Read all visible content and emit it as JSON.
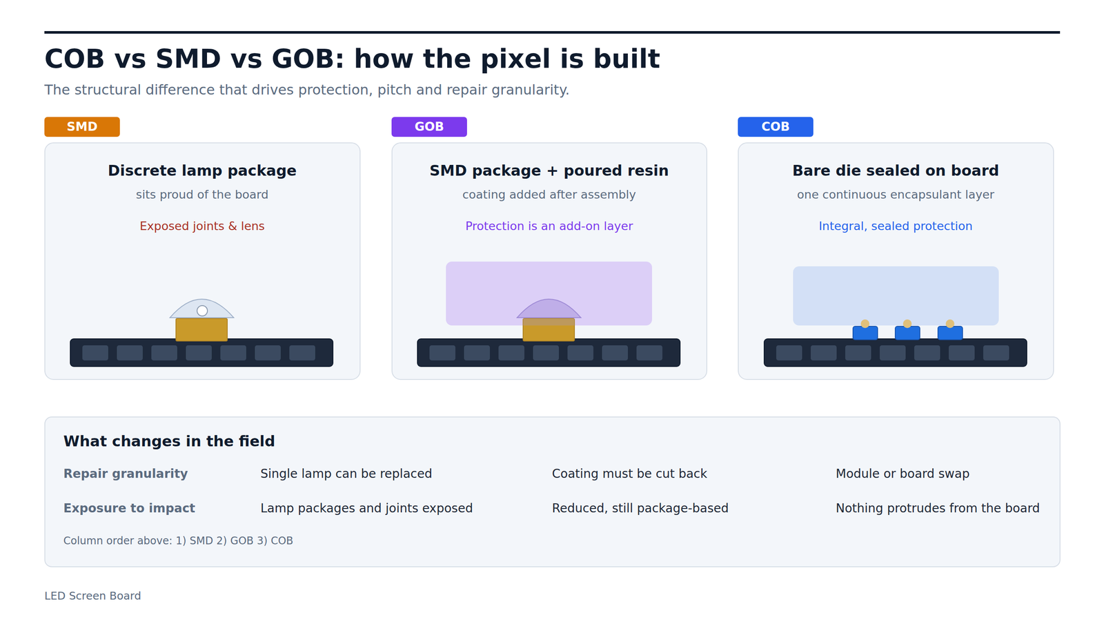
{
  "diagram": {
    "title": "COB vs SMD vs GOB: how the pixel is built",
    "caption": "The structural difference that drives protection, pitch and repair granularity.",
    "nodes": [
      {
        "text": [
          "SMD",
          "Discrete lamp package",
          "sits proud of the board",
          "Exposed joints & lens"
        ]
      },
      {
        "text": [
          "GOB",
          "SMD package + poured resin",
          "coating added after assembly",
          "Protection is an add-on layer"
        ]
      },
      {
        "text": [
          "COB",
          "Bare die sealed on board",
          "one continuous encapsulant layer",
          "Integral, sealed protection"
        ]
      },
      {
        "text": [
          "What changes in the field"
        ]
      }
    ],
    "labels": [
      "Repair granularity",
      "Single lamp can be replaced",
      "Coating must be cut back",
      "Module or board swap",
      "Exposure to impact",
      "Lamp packages and joints exposed",
      "Reduced, still package-based",
      "Nothing protrudes from the board",
      "Column order above: 1) SMD 2) GOB 3) COB",
      "LED Screen Board"
    ]
  }
}
